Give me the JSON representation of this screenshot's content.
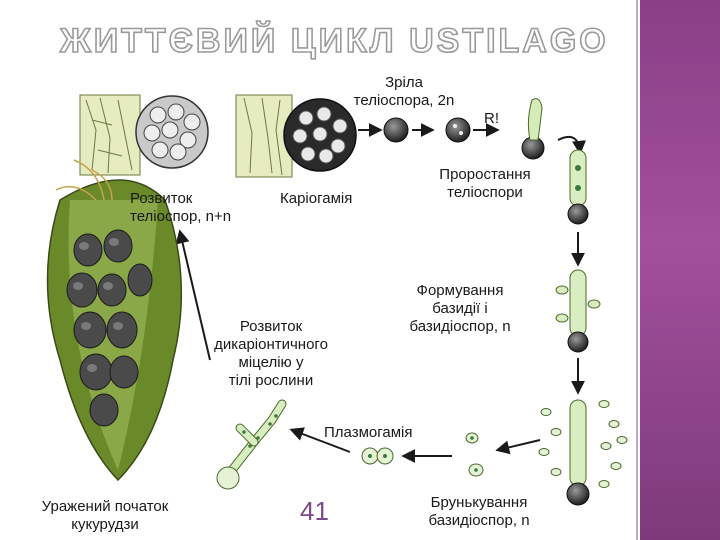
{
  "slide": {
    "title": "ЖИТТЄВИЙ ЦИКЛ USTILAGO",
    "page_number": "41",
    "accent_color": "#8a3f86"
  },
  "labels": {
    "mature_teliospore_1": "Зріла",
    "mature_teliospore_2": "теліоспора, 2n",
    "meiosis": "R!",
    "germination_1": "Проростання",
    "germination_2": "теліоспори",
    "karyogamy": "Каріогамія",
    "teliospore_dev_1": "Розвиток",
    "teliospore_dev_2": "теліоспор, n+n",
    "basidium_1": "Формування",
    "basidium_2": "базидії і",
    "basidium_3": "базидіоспор, n",
    "mycelium_1": "Розвиток",
    "mycelium_2": "дикаріонтичного",
    "mycelium_3": "міцелію у",
    "mycelium_4": "тілі рослини",
    "plasmogamy": "Плазмогамія",
    "budding_1": "Брунькування",
    "budding_2": "базидіоспор, n",
    "corn_1": "Уражений початок",
    "corn_2": "кукурудзи"
  }
}
